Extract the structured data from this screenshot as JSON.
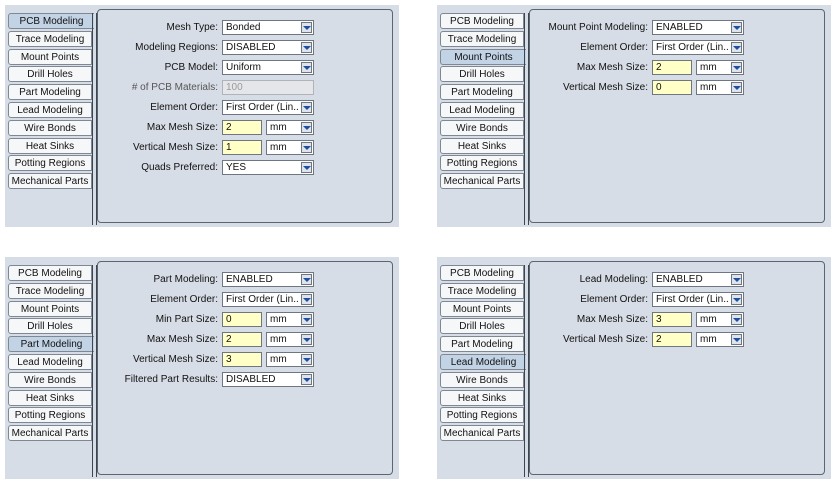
{
  "tabs": [
    "PCB Modeling",
    "Trace Modeling",
    "Mount Points",
    "Drill Holes",
    "Part Modeling",
    "Lead Modeling",
    "Wire Bonds",
    "Heat Sinks",
    "Potting Regions",
    "Mechanical Parts"
  ],
  "panels": [
    {
      "id": "pcb",
      "active_tab": "PCB Modeling",
      "fields": [
        {
          "label": "Mesh Type:",
          "type": "select",
          "value": "Bonded"
        },
        {
          "label": "Modeling Regions:",
          "type": "select",
          "value": "DISABLED"
        },
        {
          "label": "PCB Model:",
          "type": "select",
          "value": "Uniform"
        },
        {
          "label": "# of PCB Materials:",
          "type": "input",
          "value": "100",
          "disabled": true
        },
        {
          "label": "Element Order:",
          "type": "select",
          "value": "First Order (Lin..."
        },
        {
          "label": "Max Mesh Size:",
          "type": "input",
          "value": "2",
          "unit": "mm"
        },
        {
          "label": "Vertical Mesh Size:",
          "type": "input",
          "value": "1",
          "unit": "mm"
        },
        {
          "label": "Quads Preferred:",
          "type": "select",
          "value": "YES"
        }
      ]
    },
    {
      "id": "mount",
      "active_tab": "Mount Points",
      "fields": [
        {
          "label": "Mount Point Modeling:",
          "type": "select",
          "value": "ENABLED"
        },
        {
          "label": "Element Order:",
          "type": "select",
          "value": "First Order (Lin..."
        },
        {
          "label": "Max Mesh Size:",
          "type": "input",
          "value": "2",
          "unit": "mm"
        },
        {
          "label": "Vertical Mesh Size:",
          "type": "input",
          "value": "0",
          "unit": "mm"
        }
      ]
    },
    {
      "id": "part",
      "active_tab": "Part Modeling",
      "fields": [
        {
          "label": "Part Modeling:",
          "type": "select",
          "value": "ENABLED"
        },
        {
          "label": "Element Order:",
          "type": "select",
          "value": "First Order (Lin..."
        },
        {
          "label": "Min Part Size:",
          "type": "input",
          "value": "0",
          "unit": "mm"
        },
        {
          "label": "Max Mesh Size:",
          "type": "input",
          "value": "2",
          "unit": "mm"
        },
        {
          "label": "Vertical Mesh Size:",
          "type": "input",
          "value": "3",
          "unit": "mm"
        },
        {
          "label": "Filtered Part Results:",
          "type": "select",
          "value": "DISABLED"
        }
      ]
    },
    {
      "id": "lead",
      "active_tab": "Lead Modeling",
      "fields": [
        {
          "label": "Lead Modeling:",
          "type": "select",
          "value": "ENABLED"
        },
        {
          "label": "Element Order:",
          "type": "select",
          "value": "First Order (Lin..."
        },
        {
          "label": "Max Mesh Size:",
          "type": "input",
          "value": "3",
          "unit": "mm"
        },
        {
          "label": "Vertical Mesh Size:",
          "type": "input",
          "value": "2",
          "unit": "mm"
        }
      ]
    }
  ],
  "colors": {
    "panel_bg": "#d7dde6",
    "active_tab": "#c2d3e6",
    "input_bg": "#ffffc6",
    "arrow": "#1f4fa0"
  }
}
